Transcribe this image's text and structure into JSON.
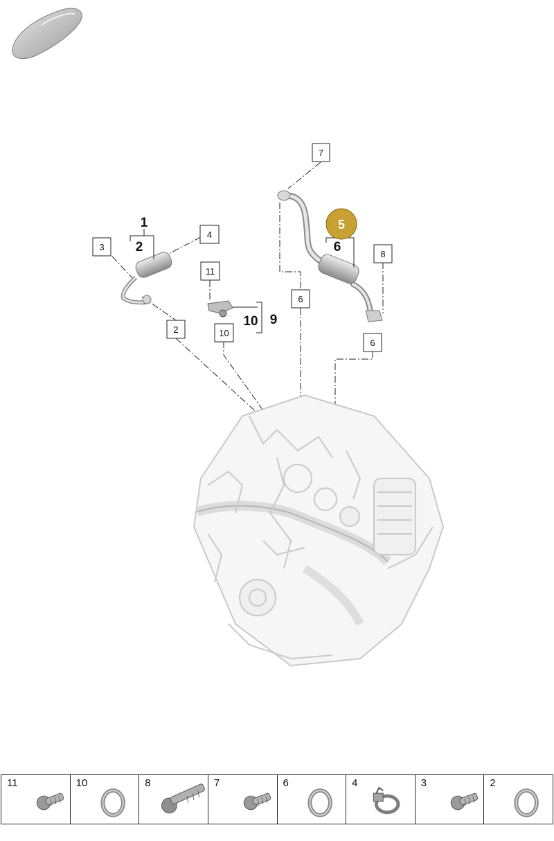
{
  "diagram": {
    "callouts": [
      "7",
      "4",
      "3",
      "11",
      "6",
      "8",
      "2",
      "10",
      "6"
    ],
    "groups": {
      "g1_top": "1",
      "g1_sub": "2",
      "g5_sub": "6",
      "g9_label": "10",
      "g9_main": "9"
    },
    "badge": {
      "label": "5",
      "color": "#c8a033"
    }
  },
  "parts": [
    {
      "number": "11",
      "icon": "bolt-icon"
    },
    {
      "number": "10",
      "icon": "seal-ring-icon"
    },
    {
      "number": "8",
      "icon": "long-bolt-icon"
    },
    {
      "number": "7",
      "icon": "bolt-icon"
    },
    {
      "number": "6",
      "icon": "seal-ring-icon"
    },
    {
      "number": "4",
      "icon": "hose-clamp-icon"
    },
    {
      "number": "3",
      "icon": "bolt-icon"
    },
    {
      "number": "2",
      "icon": "seal-ring-icon"
    }
  ]
}
